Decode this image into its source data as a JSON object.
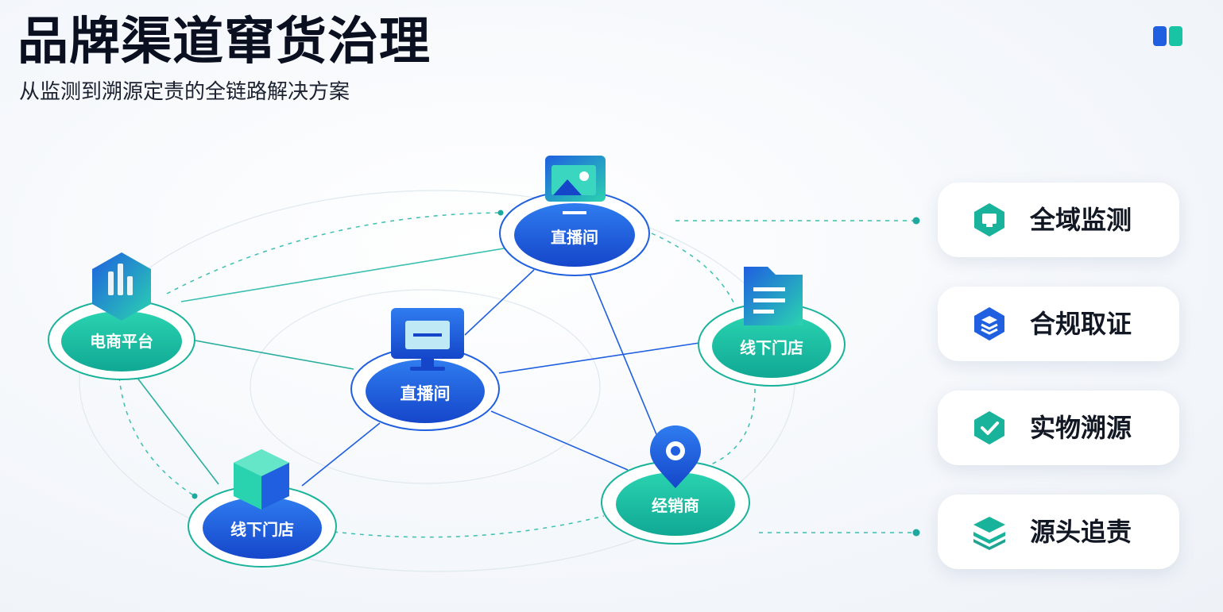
{
  "header": {
    "title": "品牌渠道窜货治理",
    "subtitle": "从监测到溯源定责的全链路解决方案"
  },
  "colors": {
    "blue": "#1f5fe0",
    "teal": "#19c4a4",
    "dark_text": "#0b1020"
  },
  "diagram": {
    "nodes": [
      {
        "id": "live-top",
        "label": "直播间",
        "icon": "image-monitor-icon"
      },
      {
        "id": "ecommerce",
        "label": "电商平台",
        "icon": "chart-hexagon-icon"
      },
      {
        "id": "live-center",
        "label": "直播间",
        "icon": "browser-monitor-icon"
      },
      {
        "id": "store-right",
        "label": "线下门店",
        "icon": "document-folder-icon"
      },
      {
        "id": "store-left",
        "label": "线下门店",
        "icon": "cube-icon"
      },
      {
        "id": "distributor",
        "label": "经销商",
        "icon": "location-pin-icon"
      }
    ]
  },
  "features": [
    {
      "label": "全域监测",
      "icon": "monitor-shield-icon"
    },
    {
      "label": "合规取证",
      "icon": "evidence-layers-icon"
    },
    {
      "label": "实物溯源",
      "icon": "check-shield-icon"
    },
    {
      "label": "源头追责",
      "icon": "stack-layers-icon"
    }
  ]
}
